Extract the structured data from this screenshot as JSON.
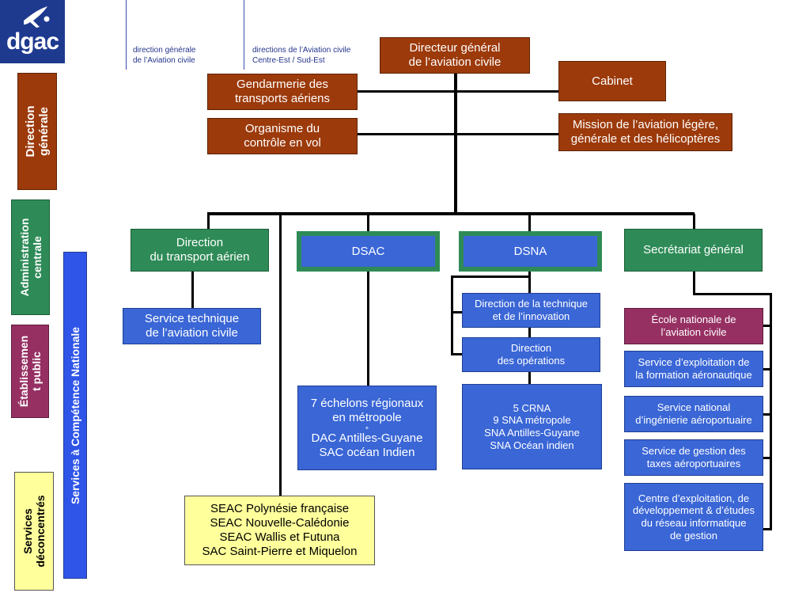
{
  "logo": {
    "text": "dgac"
  },
  "header": {
    "dgc": [
      "direction générale",
      "de l’Aviation civile"
    ],
    "dac": [
      "directions de l’Aviation civile",
      "Centre-Est / Sud-Est"
    ]
  },
  "legend": {
    "direction_generale": [
      "Direction",
      "générale"
    ],
    "administration_centrale": [
      "Administration",
      "centrale"
    ],
    "etablissement_public": [
      "Établissemen",
      "t public"
    ],
    "services_deconcentres": [
      "Services",
      "déconcentrés"
    ],
    "scn": "Services à Compétence Nationale"
  },
  "top": {
    "dg": [
      "Directeur général",
      "de l’aviation civile"
    ],
    "gendarmerie": [
      "Gendarmerie des",
      "transports aériens"
    ],
    "ocv": [
      "Organisme du",
      "contrôle en vol"
    ],
    "cabinet": "Cabinet",
    "mission": [
      "Mission de l’aviation légère,",
      "générale et des hélicoptères"
    ]
  },
  "level2": {
    "dta": [
      "Direction",
      "du transport aérien"
    ],
    "dsac": "DSAC",
    "dsna": "DSNA",
    "sg": "Secrétariat général"
  },
  "stac": [
    "Service technique",
    "de l’aviation civile"
  ],
  "dsac_regional": {
    "line1": "7 échelons régionaux",
    "line2": "en métropole",
    "plus": "+",
    "line3": "DAC Antilles-Guyane",
    "line4": "SAC océan Indien"
  },
  "seac": [
    "SEAC Polynésie française",
    "SEAC Nouvelle-Calédonie",
    "SEAC Wallis et Futuna",
    "SAC Saint-Pierre et Miquelon"
  ],
  "dsna_children": {
    "dti": [
      "Direction de la technique",
      "et de l’innovation"
    ],
    "do": [
      "Direction",
      "des opérations"
    ],
    "crna": [
      "5 CRNA",
      "9 SNA métropole",
      "SNA Antilles-Guyane",
      "SNA Océan indien"
    ]
  },
  "sg_children": {
    "enac": [
      "École nationale de",
      "l’aviation civile"
    ],
    "sefa": [
      "Service d’exploitation de",
      "la formation aéronautique"
    ],
    "snia": [
      "Service national",
      "d’ingénierie aéroportuaire"
    ],
    "sgta": [
      "Service de gestion des",
      "taxes aéroportuaires"
    ],
    "cedre": [
      "Centre d’exploitation, de",
      "développement & d’études",
      "du réseau informatique",
      "de gestion"
    ]
  },
  "colors": {
    "brown": "#9c3a0b",
    "green": "#2e8b57",
    "blue": "#3a66d6",
    "purple": "#963063",
    "yellow": "#ffff9c",
    "logo_blue": "#1e3a8f"
  }
}
